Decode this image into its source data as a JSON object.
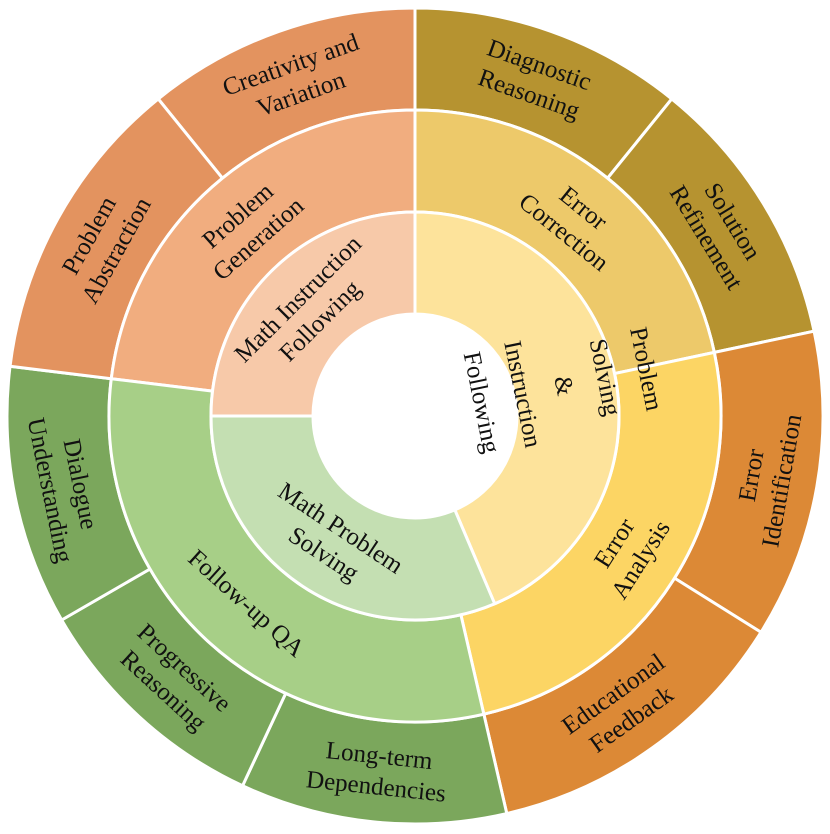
{
  "wheel": {
    "inner": [
      {
        "id": "inner-math-instruction",
        "lines": [
          "Math Instruction",
          "Following"
        ],
        "color": "#f7c9a9",
        "start": 270,
        "end": 360
      },
      {
        "id": "inner-problem-solving-instruction",
        "lines": [
          "Problem",
          "Solving",
          "&",
          "Instruction",
          "Following"
        ],
        "color": "#fde39b",
        "start": 0,
        "end": 157
      },
      {
        "id": "inner-math-problem-solving",
        "lines": [
          "Math Problem",
          "Solving"
        ],
        "color": "#c4dfb2",
        "start": 157,
        "end": 270
      }
    ],
    "middle": [
      {
        "id": "mid-problem-generation",
        "lines": [
          "Problem",
          "Generation"
        ],
        "color": "#f1ad7f",
        "start": 277,
        "end": 360
      },
      {
        "id": "mid-error-correction",
        "lines": [
          "Error",
          "Correction"
        ],
        "color": "#edc96a",
        "start": 0,
        "end": 78
      },
      {
        "id": "mid-error-analysis",
        "lines": [
          "Error",
          "Analysis"
        ],
        "color": "#fcd564",
        "start": 78,
        "end": 167
      },
      {
        "id": "mid-follow-up-qa",
        "lines": [
          "Follow-up QA"
        ],
        "color": "#a7cf87",
        "start": 167,
        "end": 277
      }
    ],
    "outer": [
      {
        "id": "out-creativity-variation",
        "lines": [
          "Creativity and",
          "Variation"
        ],
        "color": "#e3935f",
        "start": 321,
        "end": 360
      },
      {
        "id": "out-diagnostic-reasoning",
        "lines": [
          "Diagnostic",
          "Reasoning"
        ],
        "color": "#b69330",
        "start": 0,
        "end": 39
      },
      {
        "id": "out-solution-refinement",
        "lines": [
          "Solution",
          "Refinement"
        ],
        "color": "#b69330",
        "start": 39,
        "end": 78
      },
      {
        "id": "out-error-identification",
        "lines": [
          "Error",
          "Identification"
        ],
        "color": "#dc8936",
        "start": 78,
        "end": 122
      },
      {
        "id": "out-educational-feedback",
        "lines": [
          "Educational",
          "Feedback"
        ],
        "color": "#dc8936",
        "start": 122,
        "end": 167
      },
      {
        "id": "out-long-term-dependencies",
        "lines": [
          "Long-term",
          "Dependencies"
        ],
        "color": "#7ba75c",
        "start": 167,
        "end": 205
      },
      {
        "id": "out-progressive-reasoning",
        "lines": [
          "Progressive",
          "Reasoning"
        ],
        "color": "#7ba75c",
        "start": 205,
        "end": 240
      },
      {
        "id": "out-dialogue-understanding",
        "lines": [
          "Dialogue",
          "Understanding"
        ],
        "color": "#7ba75c",
        "start": 240,
        "end": 277
      },
      {
        "id": "out-problem-abstraction",
        "lines": [
          "Problem",
          "Abstraction"
        ],
        "color": "#e3935f",
        "start": 277,
        "end": 321
      }
    ]
  }
}
